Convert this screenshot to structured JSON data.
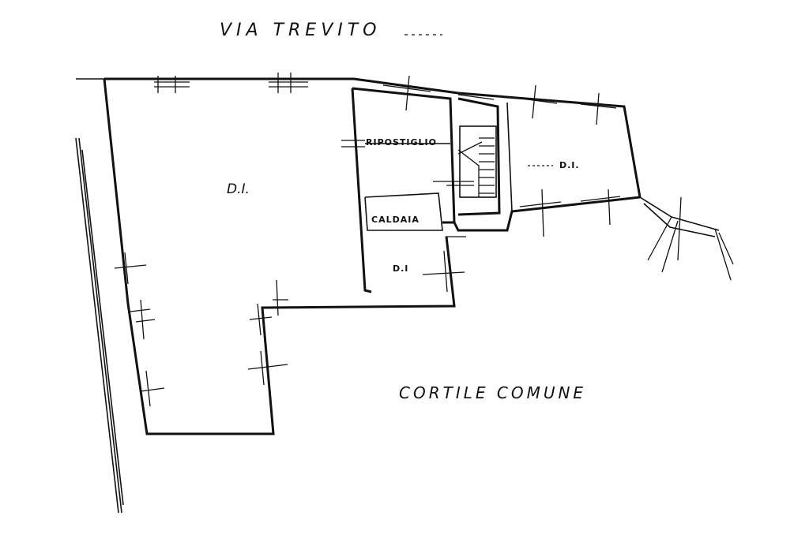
{
  "labels": {
    "street": "VIA   TREVITO",
    "room_main": "D.I.",
    "room_right": "D.I.",
    "room_small": "D.I",
    "storage": "RIPOSTIGLIO",
    "boiler": "CALDAIA",
    "courtyard": "CORTILE   COMUNE"
  }
}
